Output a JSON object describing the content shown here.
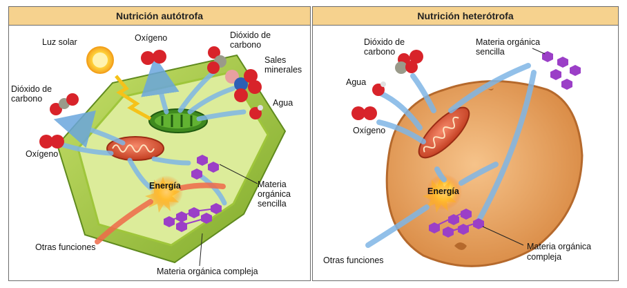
{
  "left_panel": {
    "title": "Nutrición autótrofa",
    "labels": {
      "luz_solar": "Luz solar",
      "oxigeno_top": "Oxígeno",
      "dioxido_top_1": "Dióxido de",
      "dioxido_top_2": "carbono",
      "sales_1": "Sales",
      "sales_2": "minerales",
      "dioxido_left_1": "Dióxido de",
      "dioxido_left_2": "carbono",
      "agua": "Agua",
      "oxigeno_left": "Oxígeno",
      "energia": "Energía",
      "materia_sencilla_1": "Materia",
      "materia_sencilla_2": "orgánica",
      "materia_sencilla_3": "sencilla",
      "otras_funciones": "Otras funciones",
      "materia_compleja": "Materia orgánica compleja"
    }
  },
  "right_panel": {
    "title": "Nutrición heterótrofa",
    "labels": {
      "dioxido_1": "Dióxido de",
      "dioxido_2": "carbono",
      "materia_sencilla_1": "Materia orgánica",
      "materia_sencilla_2": "sencilla",
      "agua": "Agua",
      "oxigeno": "Oxígeno",
      "energia": "Energía",
      "otras_funciones": "Otras funciones",
      "materia_compleja_1": "Materia orgánica",
      "materia_compleja_2": "compleja"
    }
  },
  "colors": {
    "header_bg": "#f6d28e",
    "plant_wall": "#9fc63b",
    "plant_cytoplasm": "#dcec9a",
    "animal_cell": "#e9a25c",
    "oxygen": "#d8232a",
    "carbon": "#9a9a8a",
    "sodium": "#2d5fb5",
    "organic_molecule": "#9b3fc7",
    "arrow_blue": "#7fb6e6",
    "arrow_red": "#ef6a4a",
    "mitochondria": "#e0532f"
  }
}
